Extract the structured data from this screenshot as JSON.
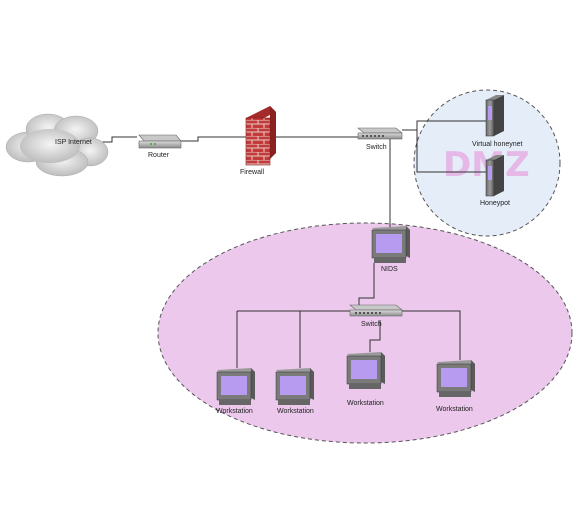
{
  "labels": {
    "isp": "ISP Internet",
    "router": "Router",
    "firewall": "Firewall",
    "switch_top": "Switch",
    "dmz": "DMZ",
    "virtual_honeynet": "Virtual honeynet",
    "honeypot": "Honeypot",
    "nids": "NIDS",
    "switch_internal": "Switch",
    "workstations": [
      "Workstation",
      "Workstation",
      "Workstation",
      "Workstation"
    ]
  },
  "colors": {
    "dmz_zone_fill": "#e4edf8",
    "internal_zone_fill": "#ecc9ec",
    "zone_border": "#555555",
    "monitor_screen": "#b79bf0",
    "firewall_brick": "#c23a3a"
  }
}
